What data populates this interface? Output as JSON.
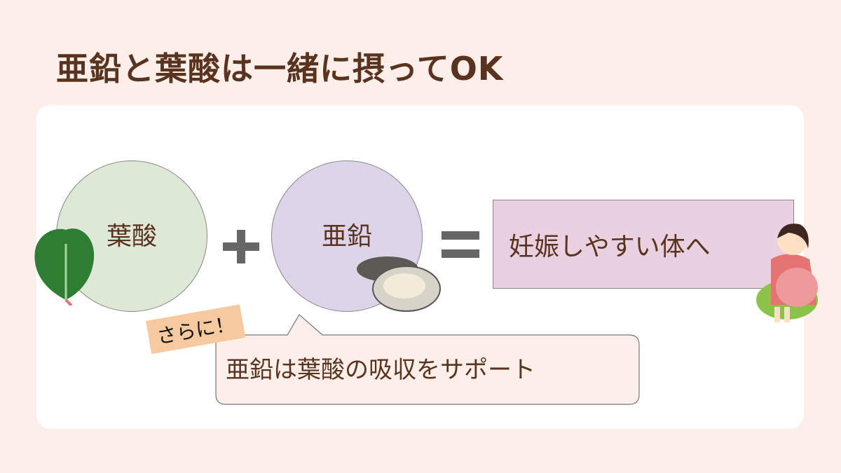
{
  "title": "亜鉛と葉酸は一緒に摂ってOK",
  "diagram": {
    "left_circle": "葉酸",
    "right_circle": "亜鉛",
    "plus_icon": "plus-icon",
    "equals_icon": "equals-icon",
    "result": "妊娠しやすい体へ",
    "tag": "さらに！",
    "bubble": "亜鉛は葉酸の吸収をサポート"
  },
  "colors": {
    "background": "#fcefe9",
    "title": "#5a3320",
    "folic_circle": "#dde9d6",
    "zinc_circle": "#ddd4ea",
    "result_box": "#e9d1e1",
    "tag": "#f7c99f"
  }
}
